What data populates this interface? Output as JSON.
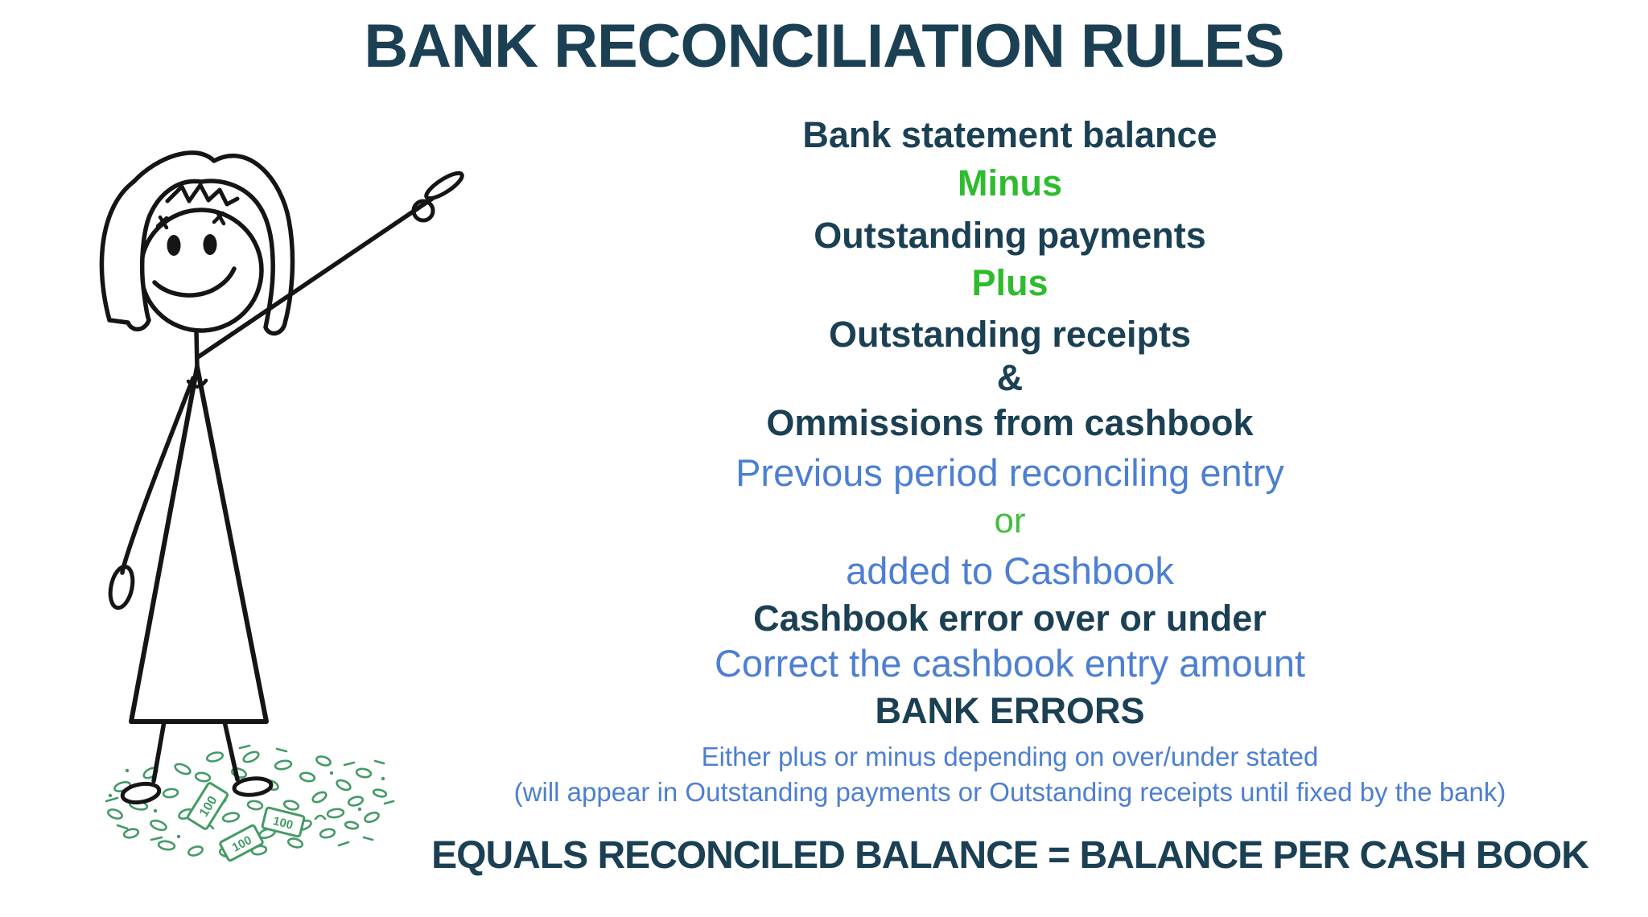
{
  "title": "BANK RECONCILIATION RULES",
  "rules": {
    "lines": [
      {
        "text": "Bank statement balance"
      },
      {
        "text": "Minus"
      },
      {
        "text": "Outstanding payments"
      },
      {
        "text": "Plus"
      },
      {
        "text": "Outstanding receipts"
      },
      {
        "text": "&"
      },
      {
        "text": "Ommissions from cashbook"
      },
      {
        "text": "Previous period reconciling entry"
      },
      {
        "text": "or"
      },
      {
        "text": "added to Cashbook"
      },
      {
        "text": "Cashbook error over or under"
      },
      {
        "text": "Correct the cashbook entry amount"
      },
      {
        "text": "BANK ERRORS"
      },
      {
        "text": "Either plus or minus depending on over/under stated"
      },
      {
        "text": "(will appear in Outstanding payments or Outstanding receipts until fixed by the bank)"
      }
    ]
  },
  "footer": {
    "equation": "EQUALS RECONCILED BALANCE = BALANCE PER CASH BOOK"
  },
  "colors": {
    "navy": "#1b4054",
    "green_bold": "#2ebc2e",
    "green_or": "#41bf41",
    "blue": "#4d7fd2",
    "money_green": "#449a66",
    "ink": "#151515",
    "background": "#ffffff"
  },
  "illustration": {
    "description": "stick-figure woman pointing at the rules while standing on a pile of cash",
    "bill_label": "100"
  }
}
